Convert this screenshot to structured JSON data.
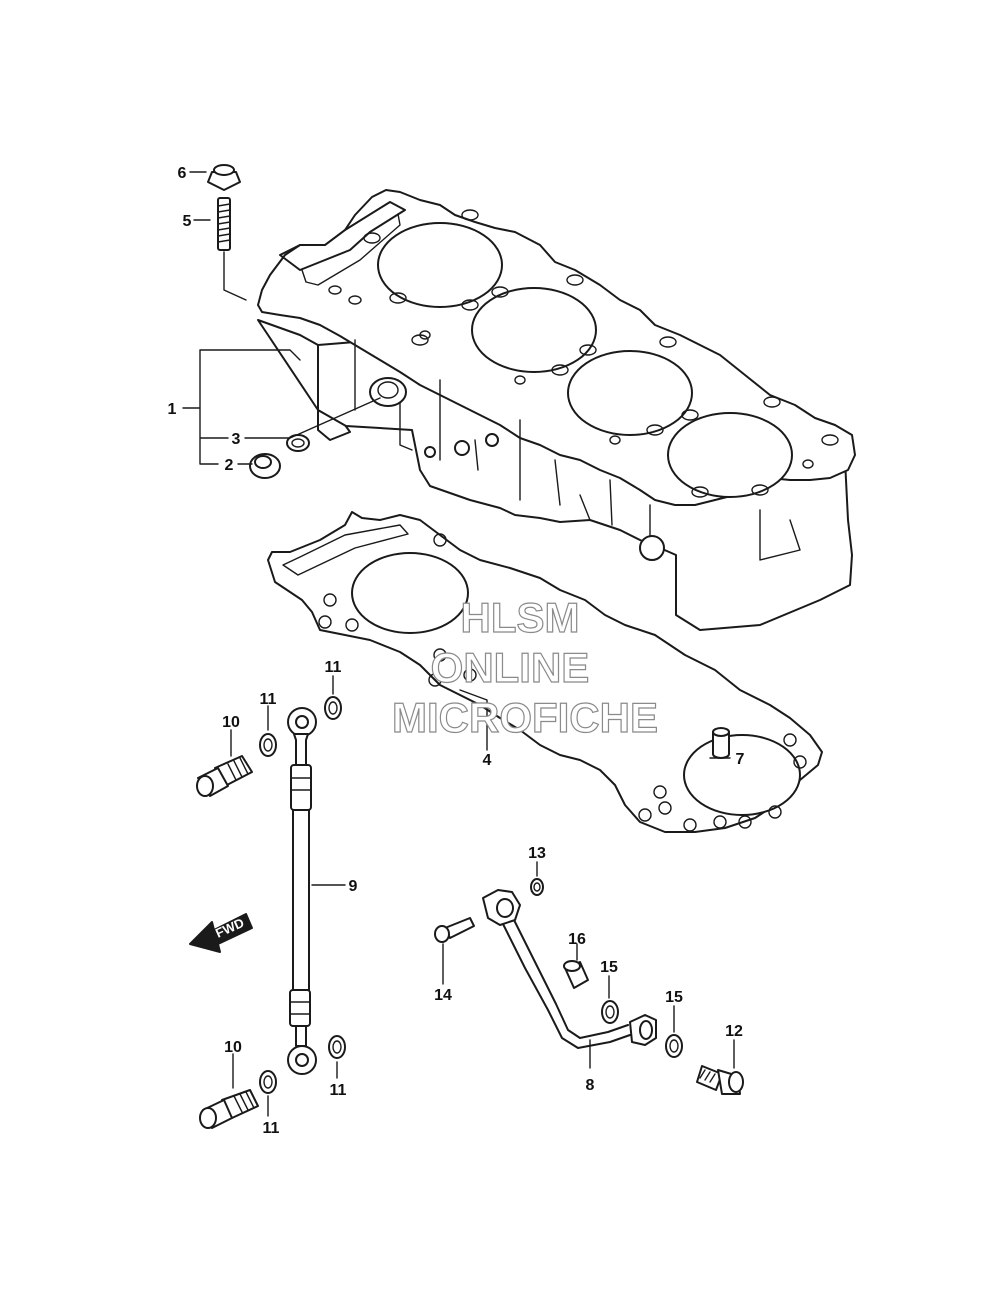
{
  "watermark": {
    "line1": "HLSM",
    "line2": "ONLINE",
    "line3": "MICROFICHE"
  },
  "direction_badge": "FWD",
  "callouts": {
    "p1": "1",
    "p2": "2",
    "p3": "3",
    "p4": "4",
    "p5": "5",
    "p6": "6",
    "p7": "7",
    "p8": "8",
    "p9": "9",
    "p10a": "10",
    "p10b": "10",
    "p11a": "11",
    "p11b": "11",
    "p11c": "11",
    "p11d": "11",
    "p12": "12",
    "p13": "13",
    "p14": "14",
    "p15a": "15",
    "p15b": "15",
    "p16": "16"
  }
}
